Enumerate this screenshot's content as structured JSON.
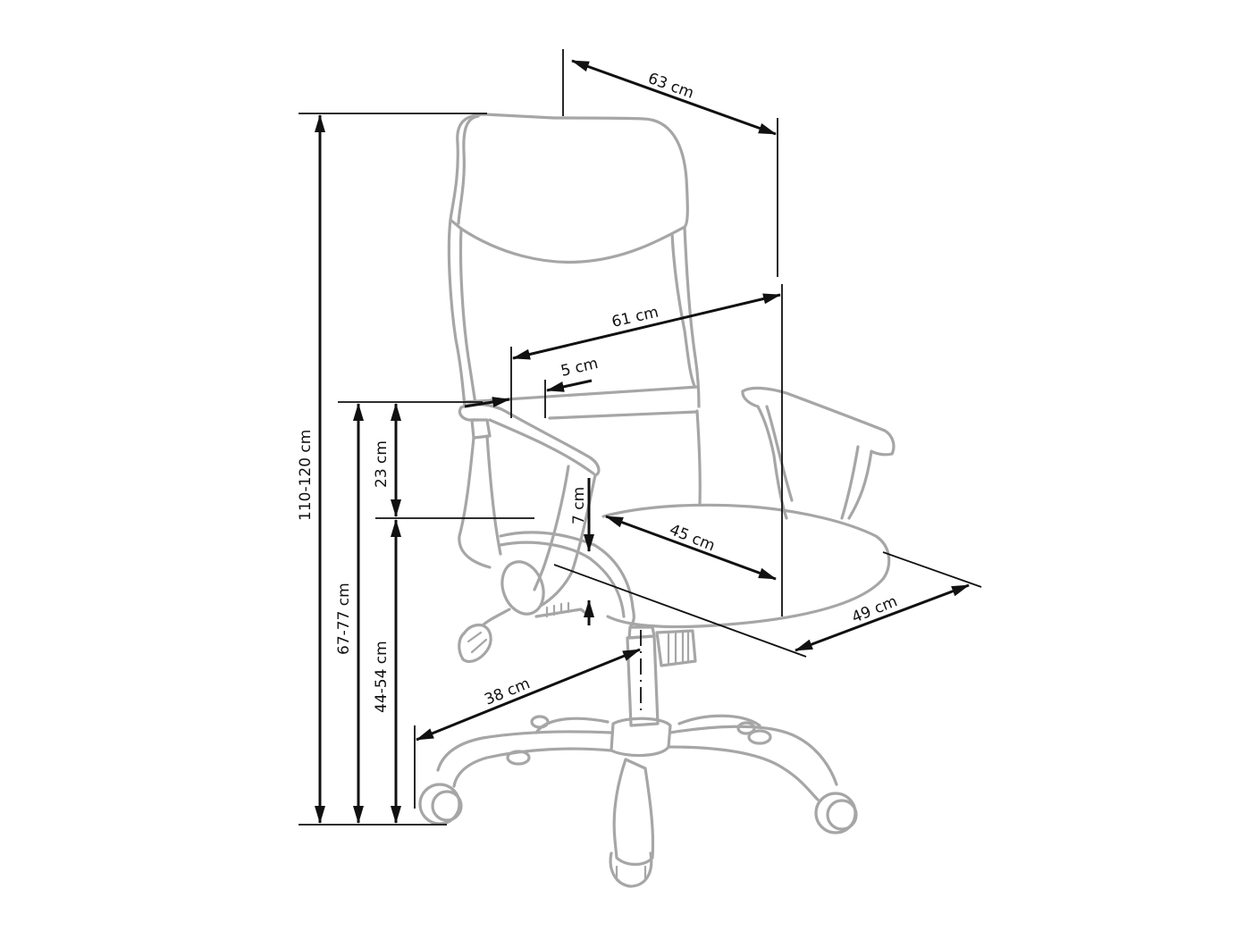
{
  "diagram": {
    "subject": "office chair dimension drawing",
    "line_color": "#111111",
    "chair_outline_color": "#a6a6a6",
    "background": "#ffffff",
    "dimensions": {
      "total_height": "110-120 cm",
      "armrest_height": "67-77 cm",
      "seat_height": "44-54 cm",
      "armrest_above_seat": "23 cm",
      "overall_width": "63 cm",
      "backrest_width": "61 cm",
      "armrest_width": "5 cm",
      "seat_thickness": "7 cm",
      "seat_depth": "45 cm",
      "seat_width": "49 cm",
      "base_radius": "38 cm"
    }
  }
}
